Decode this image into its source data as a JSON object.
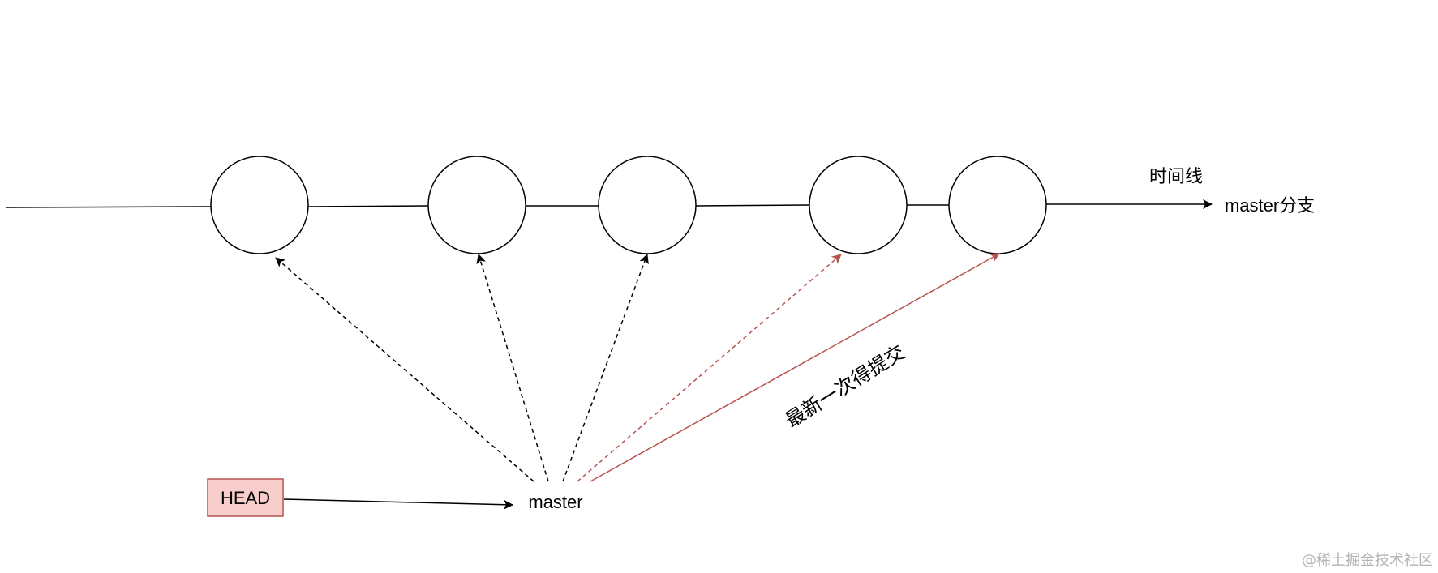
{
  "diagram": {
    "timeline_label": "时间线",
    "branch_label": "master分支",
    "head_label": "HEAD",
    "master_label": "master",
    "latest_commit_label": "最新一次得提交",
    "commits": [
      {
        "id": "commit-1",
        "latest": false
      },
      {
        "id": "commit-2",
        "latest": false
      },
      {
        "id": "commit-3",
        "latest": false
      },
      {
        "id": "commit-4",
        "latest": false
      },
      {
        "id": "commit-5",
        "latest": true
      }
    ],
    "watermark": "@稀土掘金技术社区"
  },
  "colors": {
    "line": "#000000",
    "head_fill": "#f8cecc",
    "head_stroke": "#b85450",
    "latest_arrow": "#b85450"
  }
}
